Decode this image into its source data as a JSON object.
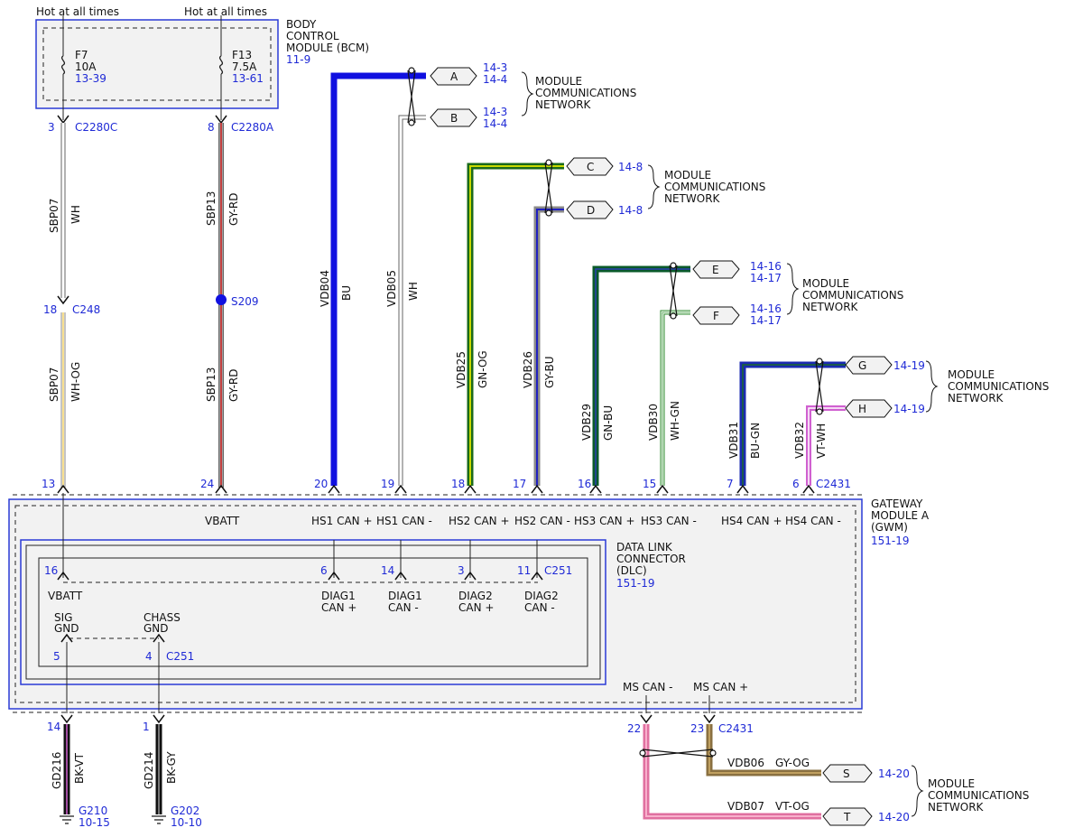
{
  "header": {
    "hot1": "Hot at all times",
    "hot2": "Hot at all times"
  },
  "bcm": {
    "title_lines": [
      "BODY",
      "CONTROL",
      "MODULE (BCM)"
    ],
    "ref": "11-9",
    "fuses": [
      {
        "name": "F7",
        "rating": "10A",
        "ref": "13-39"
      },
      {
        "name": "F13",
        "rating": "7.5A",
        "ref": "13-61"
      }
    ],
    "pins": [
      {
        "pin": "3",
        "connector": "C2280C"
      },
      {
        "pin": "8",
        "connector": "C2280A"
      }
    ]
  },
  "power_wires": [
    {
      "circuit_upper": "SBP07",
      "color_upper": "WH",
      "circuit_lower": "SBP07",
      "color_lower": "WH-OG",
      "mid_pin": "18",
      "mid_conn": "C248"
    },
    {
      "circuit_upper": "SBP13",
      "color_upper": "GY-RD",
      "circuit_lower": "SBP13",
      "color_lower": "GY-RD",
      "splice": "S209"
    }
  ],
  "network_label": [
    "MODULE",
    "COMMUNICATIONS",
    "NETWORK"
  ],
  "can_wires": [
    {
      "circuit": "VDB04",
      "color": "BU",
      "pin": "20",
      "port": "HS1 CAN +",
      "tag": "A",
      "refs": [
        "14-3",
        "14-4"
      ]
    },
    {
      "circuit": "VDB05",
      "color": "WH",
      "pin": "19",
      "port": "HS1 CAN -",
      "tag": "B",
      "refs": [
        "14-3",
        "14-4"
      ]
    },
    {
      "circuit": "VDB25",
      "color": "GN-OG",
      "pin": "18",
      "port": "HS2 CAN +",
      "tag": "C",
      "refs": [
        "14-8"
      ]
    },
    {
      "circuit": "VDB26",
      "color": "GY-BU",
      "pin": "17",
      "port": "HS2 CAN -",
      "tag": "D",
      "refs": [
        "14-8"
      ]
    },
    {
      "circuit": "VDB29",
      "color": "GN-BU",
      "pin": "16",
      "port": "HS3 CAN +",
      "tag": "E",
      "refs": [
        "14-16",
        "14-17"
      ]
    },
    {
      "circuit": "VDB30",
      "color": "WH-GN",
      "pin": "15",
      "port": "HS3 CAN -",
      "tag": "F",
      "refs": [
        "14-16",
        "14-17"
      ]
    },
    {
      "circuit": "VDB31",
      "color": "BU-GN",
      "pin": "7",
      "port": "HS4 CAN +",
      "tag": "G",
      "refs": [
        "14-19"
      ]
    },
    {
      "circuit": "VDB32",
      "color": "VT-WH",
      "pin": "6",
      "port": "HS4 CAN -",
      "tag": "H",
      "refs": [
        "14-19"
      ]
    }
  ],
  "gwm": {
    "pin13": "13",
    "pin24": "24",
    "vbatt": "VBATT",
    "connector": "C2431",
    "title_lines": [
      "GATEWAY",
      "MODULE A",
      "(GWM)"
    ],
    "ref": "151-19",
    "ms_minus": "MS CAN -",
    "ms_plus": "MS CAN +"
  },
  "dlc": {
    "title_lines": [
      "DATA LINK",
      "CONNECTOR",
      "(DLC)"
    ],
    "ref": "151-19",
    "connector": "C251",
    "vbatt_pin": "16",
    "vbatt_label": "VBATT",
    "diag": [
      {
        "pin": "6",
        "l1": "DIAG1",
        "l2": "CAN +"
      },
      {
        "pin": "14",
        "l1": "DIAG1",
        "l2": "CAN -"
      },
      {
        "pin": "3",
        "l1": "DIAG2",
        "l2": "CAN +"
      },
      {
        "pin": "11",
        "l1": "DIAG2",
        "l2": "CAN -"
      }
    ],
    "sig_gnd": [
      "SIG",
      "GND"
    ],
    "chass_gnd": [
      "CHASS",
      "GND"
    ],
    "pin5": "5",
    "pin4": "4"
  },
  "grounds": [
    {
      "pin": "14",
      "circuit": "GD216",
      "color": "BK-VT",
      "ground": "G210",
      "ref": "10-15"
    },
    {
      "pin": "1",
      "circuit": "GD214",
      "color": "BK-GY",
      "ground": "G202",
      "ref": "10-10"
    }
  ],
  "ms_wires": [
    {
      "pin": "22",
      "circuit": "VDB07",
      "color": "VT-OG",
      "tag": "T",
      "ref": "14-20"
    },
    {
      "pin": "23",
      "circuit": "VDB06",
      "color": "GY-OG",
      "tag": "S",
      "ref": "14-20",
      "connector": "C2431"
    }
  ],
  "colors": {
    "ref_text": "#1f2ad6",
    "module_border": "#2a3bd6",
    "bu": "#1010e0",
    "gn": "#1a7a1a",
    "og": "#f0c020",
    "rd": "#d02020",
    "gy": "#8a8a8a",
    "vt": "#d060d0",
    "pink": "#f080b0",
    "tan": "#a08050"
  }
}
